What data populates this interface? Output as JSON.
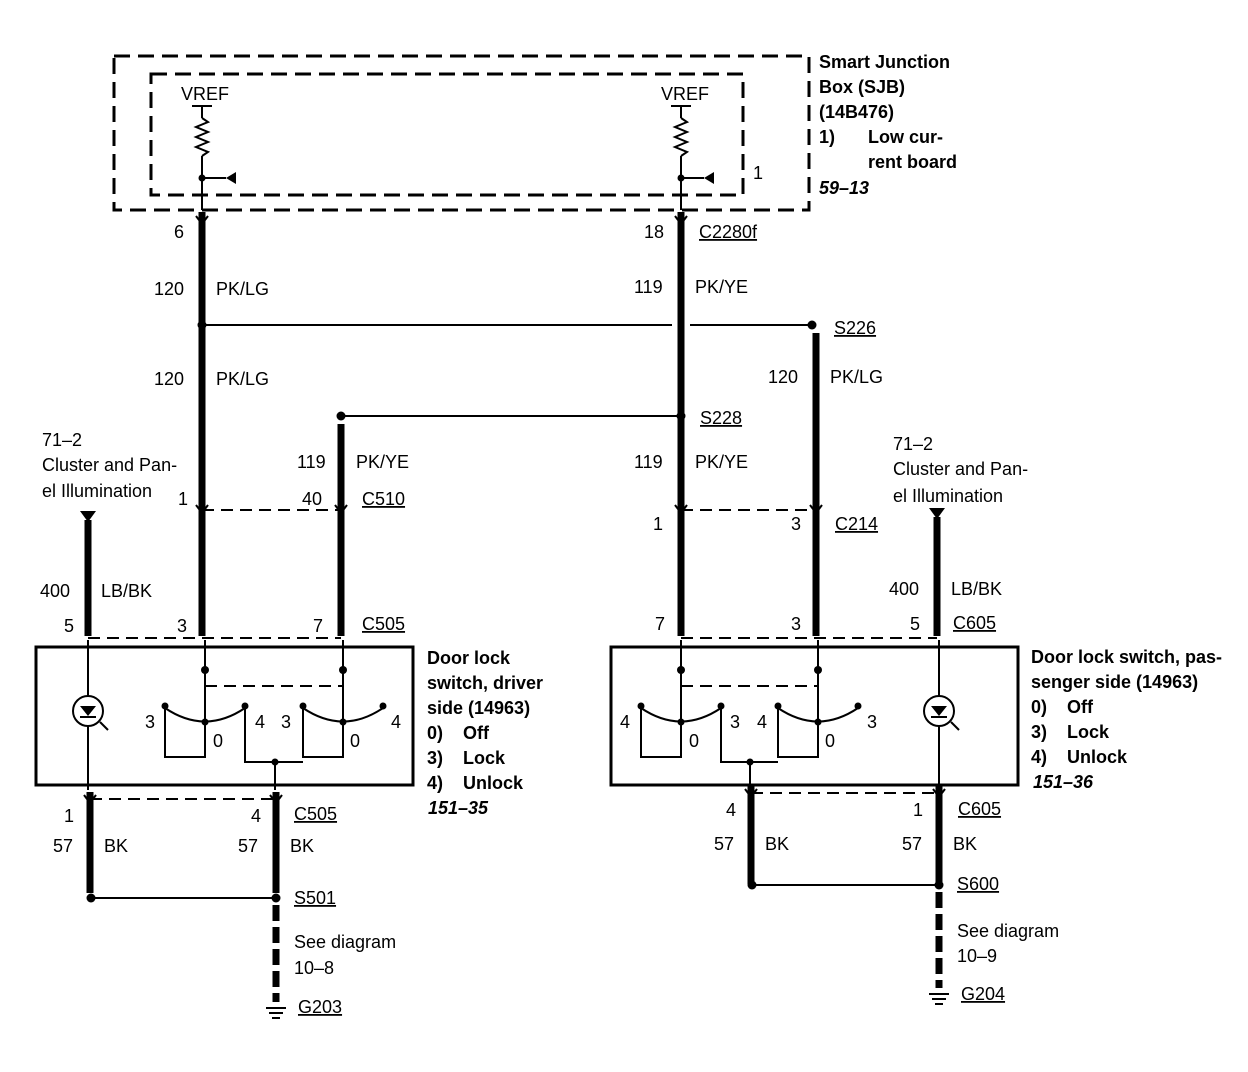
{
  "sjb": {
    "title_lines": [
      "Smart Junction",
      "Box (SJB)",
      "(14B476)"
    ],
    "board_num": "1)",
    "board_lines": [
      "Low cur-",
      "rent board"
    ],
    "ref": "59–13",
    "inner_num": "1",
    "vref_left": "VREF",
    "vref_right": "VREF",
    "connector": "C2280f",
    "pin_left": "6",
    "pin_right": "18"
  },
  "wires": {
    "w120a_num": "120",
    "w120a_color": "PK/LG",
    "w119a_num": "119",
    "w119a_color": "PK/YE",
    "s226": "S226",
    "w120b_num": "120",
    "w120b_color": "PK/LG",
    "w120c_num": "120",
    "w120c_color": "PK/LG",
    "s228": "S228",
    "w119b_num": "119",
    "w119b_color": "PK/YE",
    "w119c_num": "119",
    "w119c_color": "PK/YE"
  },
  "left_ref": {
    "code": "71–2",
    "line1": "Cluster and Pan-",
    "line2": "el Illumination"
  },
  "right_ref": {
    "code": "71–2",
    "line1": "Cluster and Pan-",
    "line2": "el Illumination"
  },
  "c510": {
    "name": "C510",
    "pin_a": "1",
    "pin_b": "40"
  },
  "c214": {
    "name": "C214",
    "pin_a": "1",
    "pin_b": "3"
  },
  "left_illum_wire": {
    "num": "400",
    "color": "LB/BK"
  },
  "right_illum_wire": {
    "num": "400",
    "color": "LB/BK"
  },
  "c505_top": {
    "name": "C505",
    "pin_a": "5",
    "pin_b": "3",
    "pin_c": "7"
  },
  "c605_top": {
    "name": "C605",
    "pin_a": "7",
    "pin_b": "3",
    "pin_c": "5"
  },
  "driver_switch": {
    "title_lines": [
      "Door lock",
      "switch, driver",
      "side (14963)"
    ],
    "positions": [
      {
        "num": "0)",
        "label": "Off"
      },
      {
        "num": "3)",
        "label": "Lock"
      },
      {
        "num": "4)",
        "label": "Unlock"
      }
    ],
    "ref": "151–35",
    "contacts": [
      "3",
      "0",
      "4",
      "3",
      "0",
      "4"
    ]
  },
  "passenger_switch": {
    "title_lines": [
      "Door lock switch, pas-",
      "senger side (14963)"
    ],
    "positions": [
      {
        "num": "0)",
        "label": "Off"
      },
      {
        "num": "3)",
        "label": "Lock"
      },
      {
        "num": "4)",
        "label": "Unlock"
      }
    ],
    "ref": "151–36",
    "contacts": [
      "4",
      "0",
      "3",
      "4",
      "0",
      "3"
    ]
  },
  "c505_bottom": {
    "name": "C505",
    "pin_a": "1",
    "pin_b": "4"
  },
  "c605_bottom": {
    "name": "C605",
    "pin_a": "4",
    "pin_b": "1"
  },
  "ground_left": {
    "wire_a_num": "57",
    "wire_a_color": "BK",
    "wire_b_num": "57",
    "wire_b_color": "BK",
    "splice": "S501",
    "see_line1": "See diagram",
    "see_line2": "10–8",
    "ground": "G203"
  },
  "ground_right": {
    "wire_a_num": "57",
    "wire_a_color": "BK",
    "wire_b_num": "57",
    "wire_b_color": "BK",
    "splice": "S600",
    "see_line1": "See diagram",
    "see_line2": "10–9",
    "ground": "G204"
  }
}
